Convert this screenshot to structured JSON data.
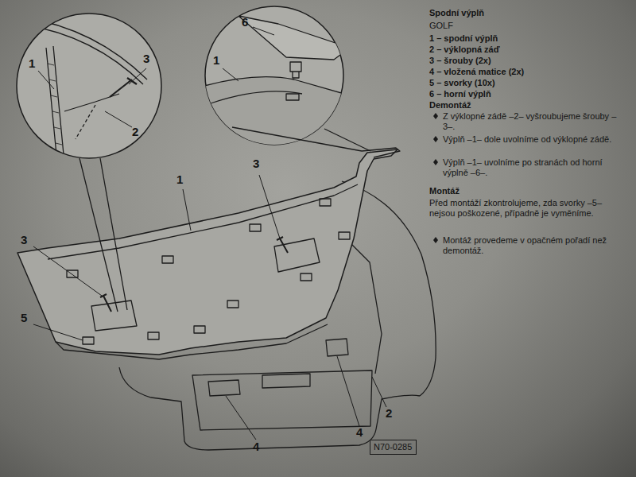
{
  "diagram": {
    "title": "Spodní výplň",
    "nodes": [
      {
        "text": [
          "N70-0285"
        ]
      }
    ],
    "labels": [
      "GOLF",
      "1 – spodní výplň",
      "2 – výklopná záď",
      "3 – šrouby (2x)",
      "4 – vložená matice (2x)",
      "5 – svorky (10x)",
      "6 – horní výplň",
      "Demontáž",
      "Z výklopné zádě –2– vyšroubujeme šrouby –3–.",
      "Výplň –1– dole uvolníme od výklopné zádě.",
      "Výplň –1– uvolníme po stranách od horní výplně –6–.",
      "Montáž",
      "Před montáží zkontrolujeme, zda svorky –5– nejsou poškozené, případně je vyměníme.",
      "Montáž provedeme v opačném pořadí než demontáž.",
      "1",
      "3",
      "2",
      "6",
      "1",
      "3",
      "1",
      "3",
      "5",
      "4",
      "4",
      "2"
    ]
  }
}
